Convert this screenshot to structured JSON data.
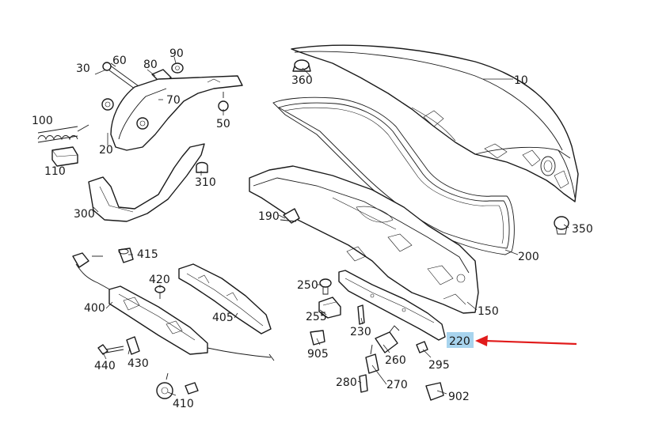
{
  "callouts": {
    "c10": "10",
    "c20": "20",
    "c30": "30",
    "c50": "50",
    "c60": "60",
    "c70": "70",
    "c80": "80",
    "c90": "90",
    "c100": "100",
    "c110": "110",
    "c150": "150",
    "c190": "190",
    "c200": "200",
    "c220": "220",
    "c230": "230",
    "c250": "250",
    "c255": "255",
    "c260": "260",
    "c270": "270",
    "c280": "280",
    "c295": "295",
    "c300": "300",
    "c310": "310",
    "c350": "350",
    "c360": "360",
    "c400": "400",
    "c405": "405",
    "c410": "410",
    "c415": "415",
    "c420": "420",
    "c430": "430",
    "c440": "440",
    "c902": "902",
    "c905": "905"
  },
  "highlight": {
    "part": "220",
    "box_color": "#a8d4ee",
    "arrow_color": "#e11b1b"
  }
}
